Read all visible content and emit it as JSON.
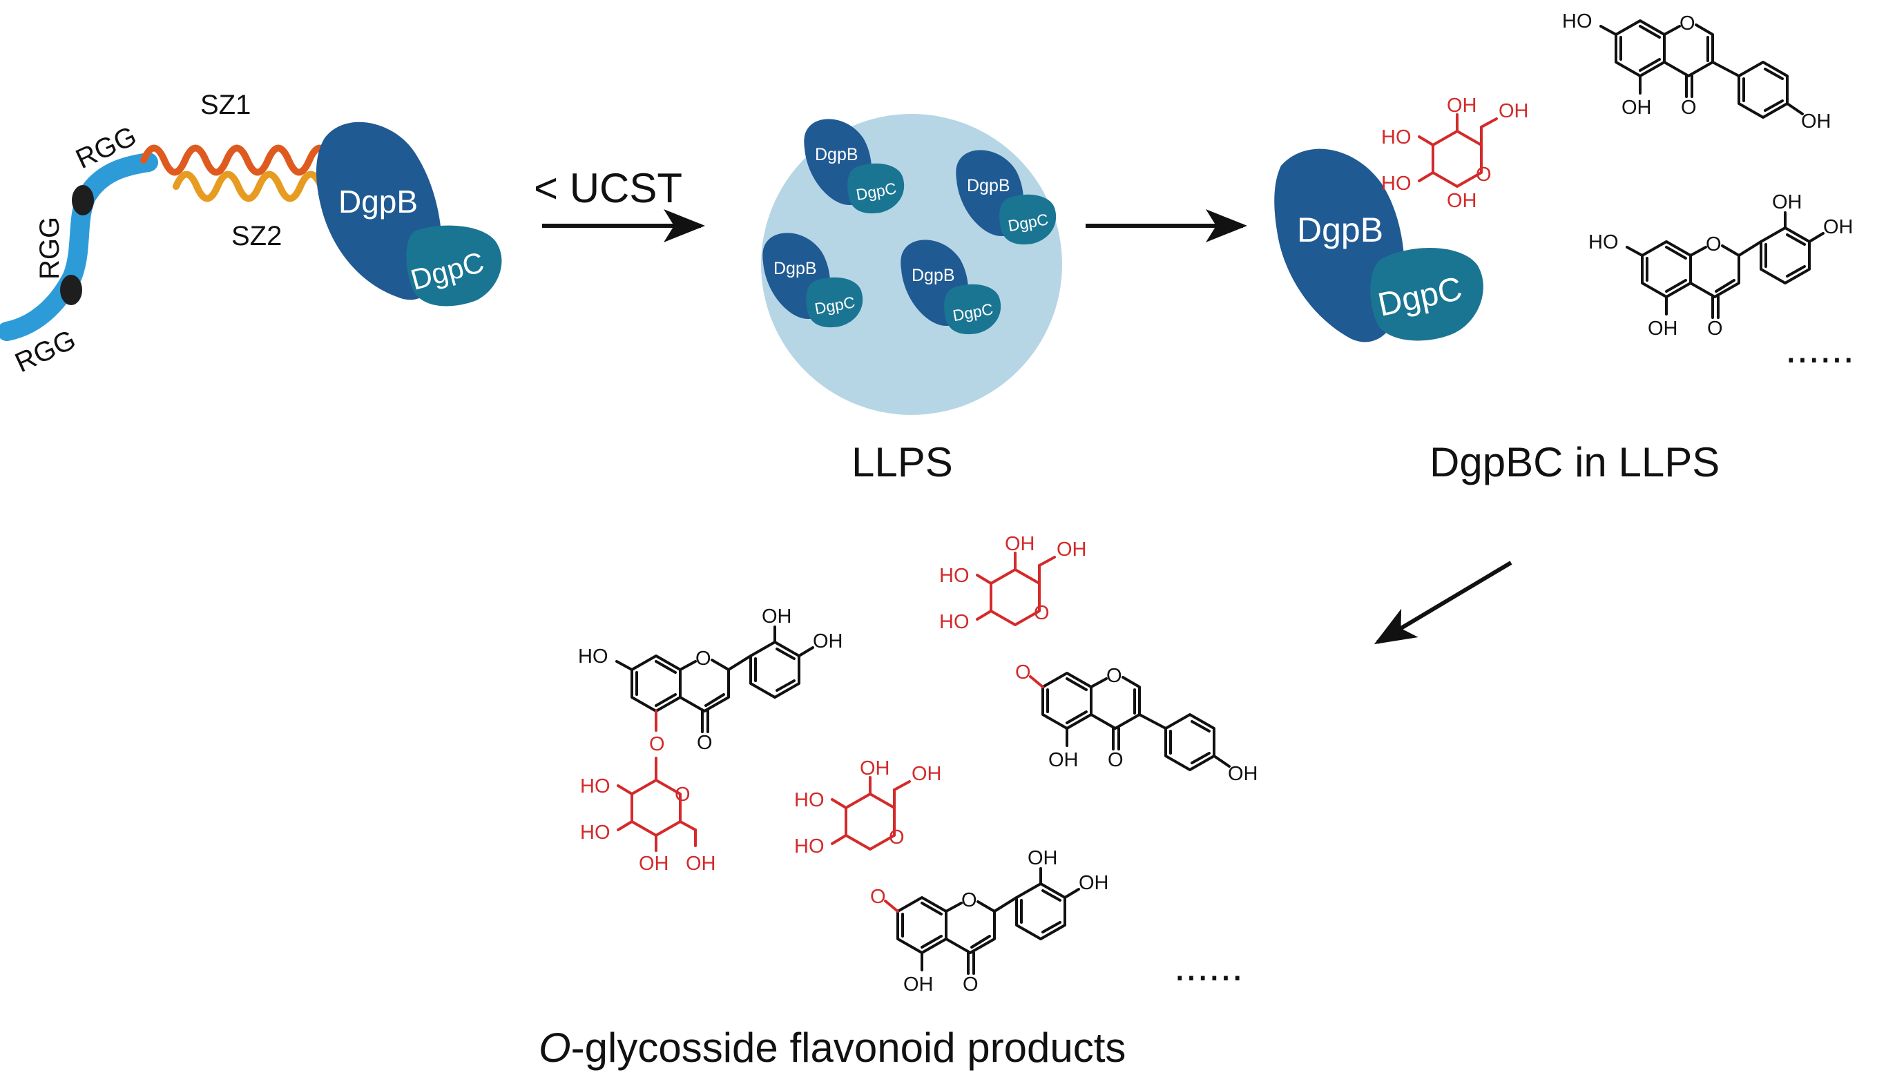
{
  "colors": {
    "dgpb": "#205a93",
    "dgpc": "#1a7592",
    "droplet": "#b6d6e6",
    "linker": "#2e9bd9",
    "sz1": "#df5a1f",
    "sz2": "#e79b20",
    "sugar": "#d42a2a"
  },
  "construct": {
    "rgg_label": "RGG",
    "sz1_label": "SZ1",
    "sz2_label": "SZ2",
    "dgpb_label": "DgpB",
    "dgpc_label": "DgpC"
  },
  "step1": {
    "arrow_label": "< UCST"
  },
  "droplet": {
    "caption": "LLPS",
    "dgpb_label": "DgpB",
    "dgpc_label": "DgpC"
  },
  "reaction": {
    "caption": "DgpBC in LLPS",
    "dgpb_label": "DgpB",
    "dgpc_label": "DgpC"
  },
  "chem": {
    "oh": "OH",
    "ho": "HO",
    "o": "O"
  },
  "ellipsis": "......",
  "products": {
    "caption_italic": "O",
    "caption_rest": "-glycosside flavonoid products"
  }
}
